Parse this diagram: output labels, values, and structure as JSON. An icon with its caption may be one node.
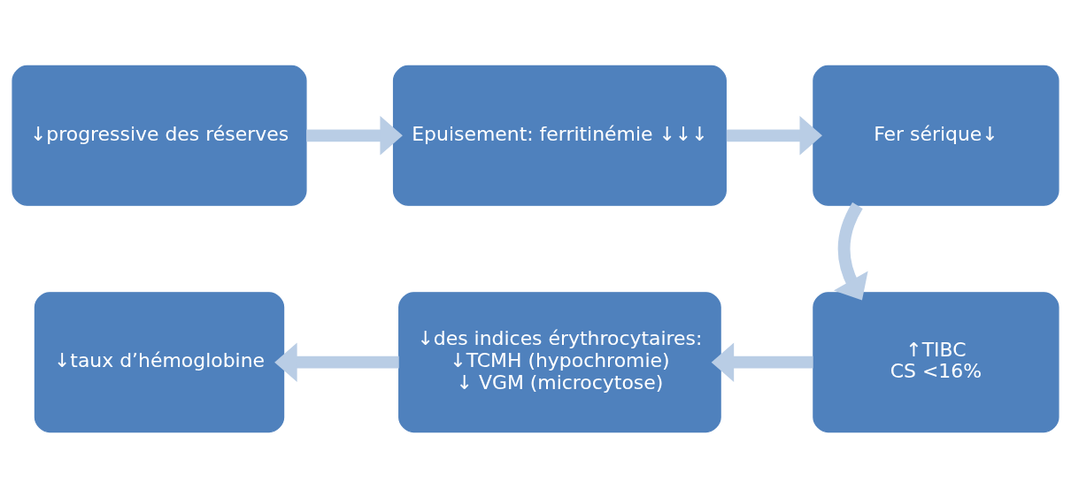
{
  "diagram": {
    "nodes": [
      {
        "text": [
          "↓progressive des réserves"
        ]
      },
      {
        "text": [
          "Epuisement: ferritinémie ↓↓↓"
        ]
      },
      {
        "text": [
          "Fer sérique↓"
        ]
      },
      {
        "text": [
          "↑TIBC",
          "CS <16%"
        ]
      },
      {
        "text": [
          "↓des indices érythrocytaires:",
          "↓TCMH (hypochromie)",
          "↓ VGM (microcytose)"
        ]
      },
      {
        "text": [
          "↓taux d’hémoglobine"
        ]
      }
    ],
    "edges": [
      {
        "from": 0,
        "to": 1,
        "arrow": "to"
      },
      {
        "from": 1,
        "to": 2,
        "arrow": "to"
      },
      {
        "from": 2,
        "to": 3,
        "arrow": "to"
      },
      {
        "from": 3,
        "to": 4,
        "arrow": "to"
      },
      {
        "from": 4,
        "to": 5,
        "arrow": "to"
      }
    ]
  }
}
